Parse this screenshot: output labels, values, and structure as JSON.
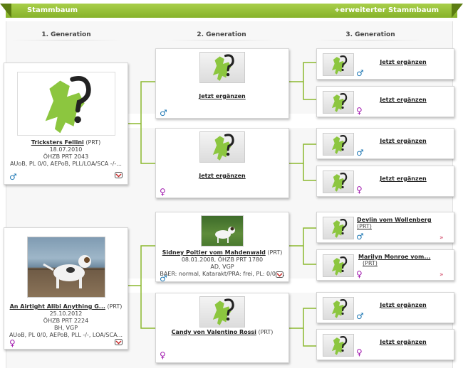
{
  "header": {
    "title": "Stammbaum",
    "extended_link": "+erweiterter Stammbaum"
  },
  "generations": [
    "1. Generation",
    "2. Generation",
    "3. Generation"
  ],
  "gen1": [
    {
      "name": "Tricksters Fellini",
      "suffix": "(PRT)",
      "date": "18.07.2010",
      "reg": "ÖHZB PRT 2043",
      "health": "AUoB, PL 0/0, AEPoB, PLL/LOA/SCA -/-...",
      "sex": "♂"
    },
    {
      "name": "An Airtight Alibi Anything G...",
      "suffix": "(PRT)",
      "date": "25.10.2012",
      "reg": "ÖHZB PRT 2224",
      "titles": "BH, VGP",
      "health": "AUoB, PL 0/0, AEPoB, PLL -/-, LOA/SCA...",
      "sex": "♀"
    }
  ],
  "gen2": [
    {
      "link": "Jetzt ergänzen",
      "sex": "♂"
    },
    {
      "link": "Jetzt ergänzen",
      "sex": "♀"
    },
    {
      "name": "Sidney Poitier vom Mahdenwald",
      "suffix": "(PRT)",
      "line2": "08.01.2008, ÖHZB PRT 1780",
      "line3": "AD, VGP",
      "health": "BAER: normal, Katarakt/PRA: frei, PL: 0/0, ...",
      "sex": "♂"
    },
    {
      "name": "Candy von Valentino Rossi",
      "suffix": "(PRT)",
      "sex": "♀"
    }
  ],
  "gen3": [
    {
      "label": "Jetzt ergänzen",
      "sex": "♂"
    },
    {
      "label": "Jetzt ergänzen",
      "sex": "♀"
    },
    {
      "label": "Jetzt ergänzen",
      "sex": "♂"
    },
    {
      "label": "Jetzt ergänzen",
      "sex": "♀"
    },
    {
      "label": "Devlin vom Wollenberg",
      "suffix": "(PRT)",
      "sex": "♂"
    },
    {
      "label": "Marilyn Monroe vom...",
      "suffix": "(PRT)",
      "sex": "♀"
    },
    {
      "label": "Jetzt ergänzen",
      "sex": "♂"
    },
    {
      "label": "Jetzt ergänzen",
      "sex": "♀"
    }
  ],
  "colors": {
    "accent": "#8bb82e",
    "male": "#1f78b4",
    "female": "#a21caf"
  }
}
